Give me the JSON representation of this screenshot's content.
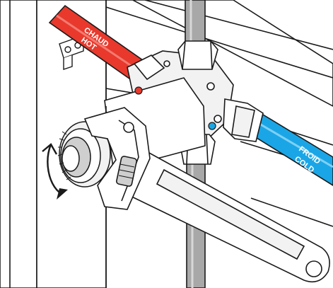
{
  "labels": {
    "hot_line1": "CHAUD",
    "hot_line2": "HOT",
    "cold_line1": "FROID",
    "cold_line2": "COLD"
  },
  "colors": {
    "hot_pipe": "#e8392c",
    "cold_pipe": "#1aa6e6",
    "hot_marker": "#e8392c",
    "cold_marker": "#1aa6e6",
    "supply_pipe": "#a8a8a8",
    "outline": "#1a1a1a",
    "metal_light": "#f2f2f2",
    "metal_shade": "#cfcfcf"
  },
  "icons": [
    "rotation-arrow-icon",
    "wrench-icon",
    "mounting-bracket-icon"
  ]
}
